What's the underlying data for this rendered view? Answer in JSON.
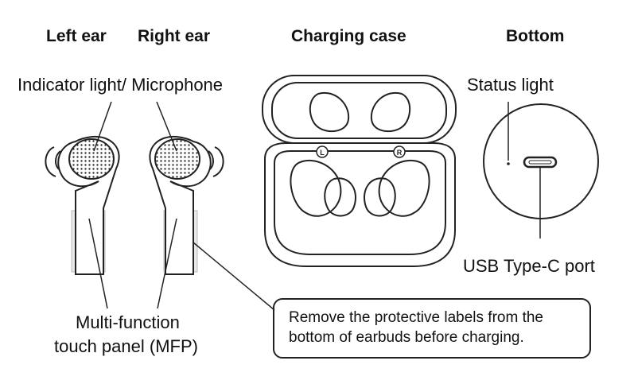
{
  "headers": {
    "left_ear": "Left ear",
    "right_ear": "Right ear",
    "charging_case": "Charging case",
    "bottom": "Bottom"
  },
  "labels": {
    "indicator_microphone": "Indicator light/ Microphone",
    "status_light": "Status light",
    "usb_port": "USB Type-C port",
    "mfp_line1": "Multi-function",
    "mfp_line2": "touch panel (MFP)"
  },
  "case_markers": {
    "left": "L",
    "right": "R"
  },
  "note": {
    "line1": "Remove the protective labels from the",
    "line2": "bottom of earbuds before charging."
  }
}
